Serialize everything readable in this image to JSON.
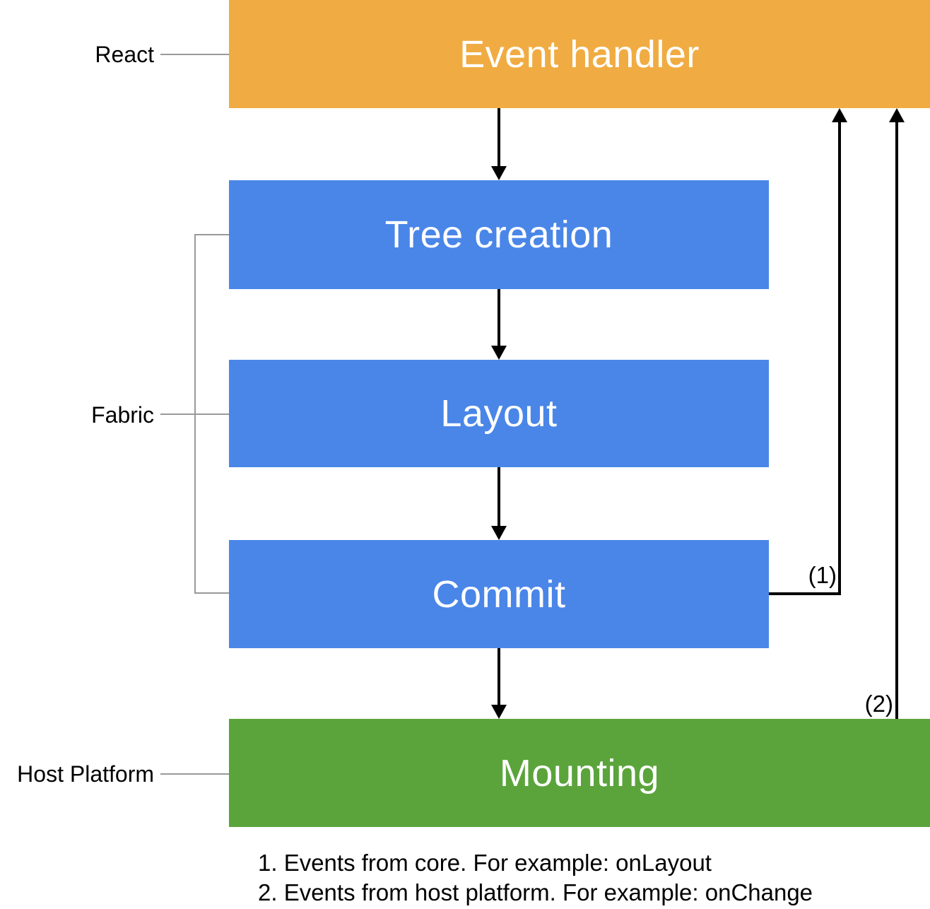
{
  "diagram": {
    "title_context": "Render pipeline diagram",
    "boxes": [
      {
        "id": "event-handler",
        "label": "Event handler",
        "color": "#F0AC42",
        "layer": "React"
      },
      {
        "id": "tree-creation",
        "label": "Tree creation",
        "color": "#4A86E8",
        "layer": "Fabric"
      },
      {
        "id": "layout",
        "label": "Layout",
        "color": "#4A86E8",
        "layer": "Fabric"
      },
      {
        "id": "commit",
        "label": "Commit",
        "color": "#4A86E8",
        "layer": "Fabric"
      },
      {
        "id": "mounting",
        "label": "Mounting",
        "color": "#5BA43C",
        "layer": "Host Platform"
      }
    ],
    "side_labels": [
      {
        "id": "react",
        "label": "React"
      },
      {
        "id": "fabric",
        "label": "Fabric"
      },
      {
        "id": "host-platform",
        "label": "Host Platform"
      }
    ],
    "callouts": [
      {
        "id": "1",
        "label": "(1)"
      },
      {
        "id": "2",
        "label": "(2)"
      }
    ],
    "notes": [
      "1. Events from core. For example: onLayout",
      "2. Events from host platform. For example: onChange"
    ],
    "colors": {
      "event_handler_box": "#F0AC42",
      "fabric_stage_box": "#4A86E8",
      "mounting_box": "#5BA43C",
      "box_text": "#FFFFFF",
      "arrow": "#000000",
      "connector_line": "#999999",
      "label_text": "#000000",
      "background": "#FFFFFF"
    }
  }
}
